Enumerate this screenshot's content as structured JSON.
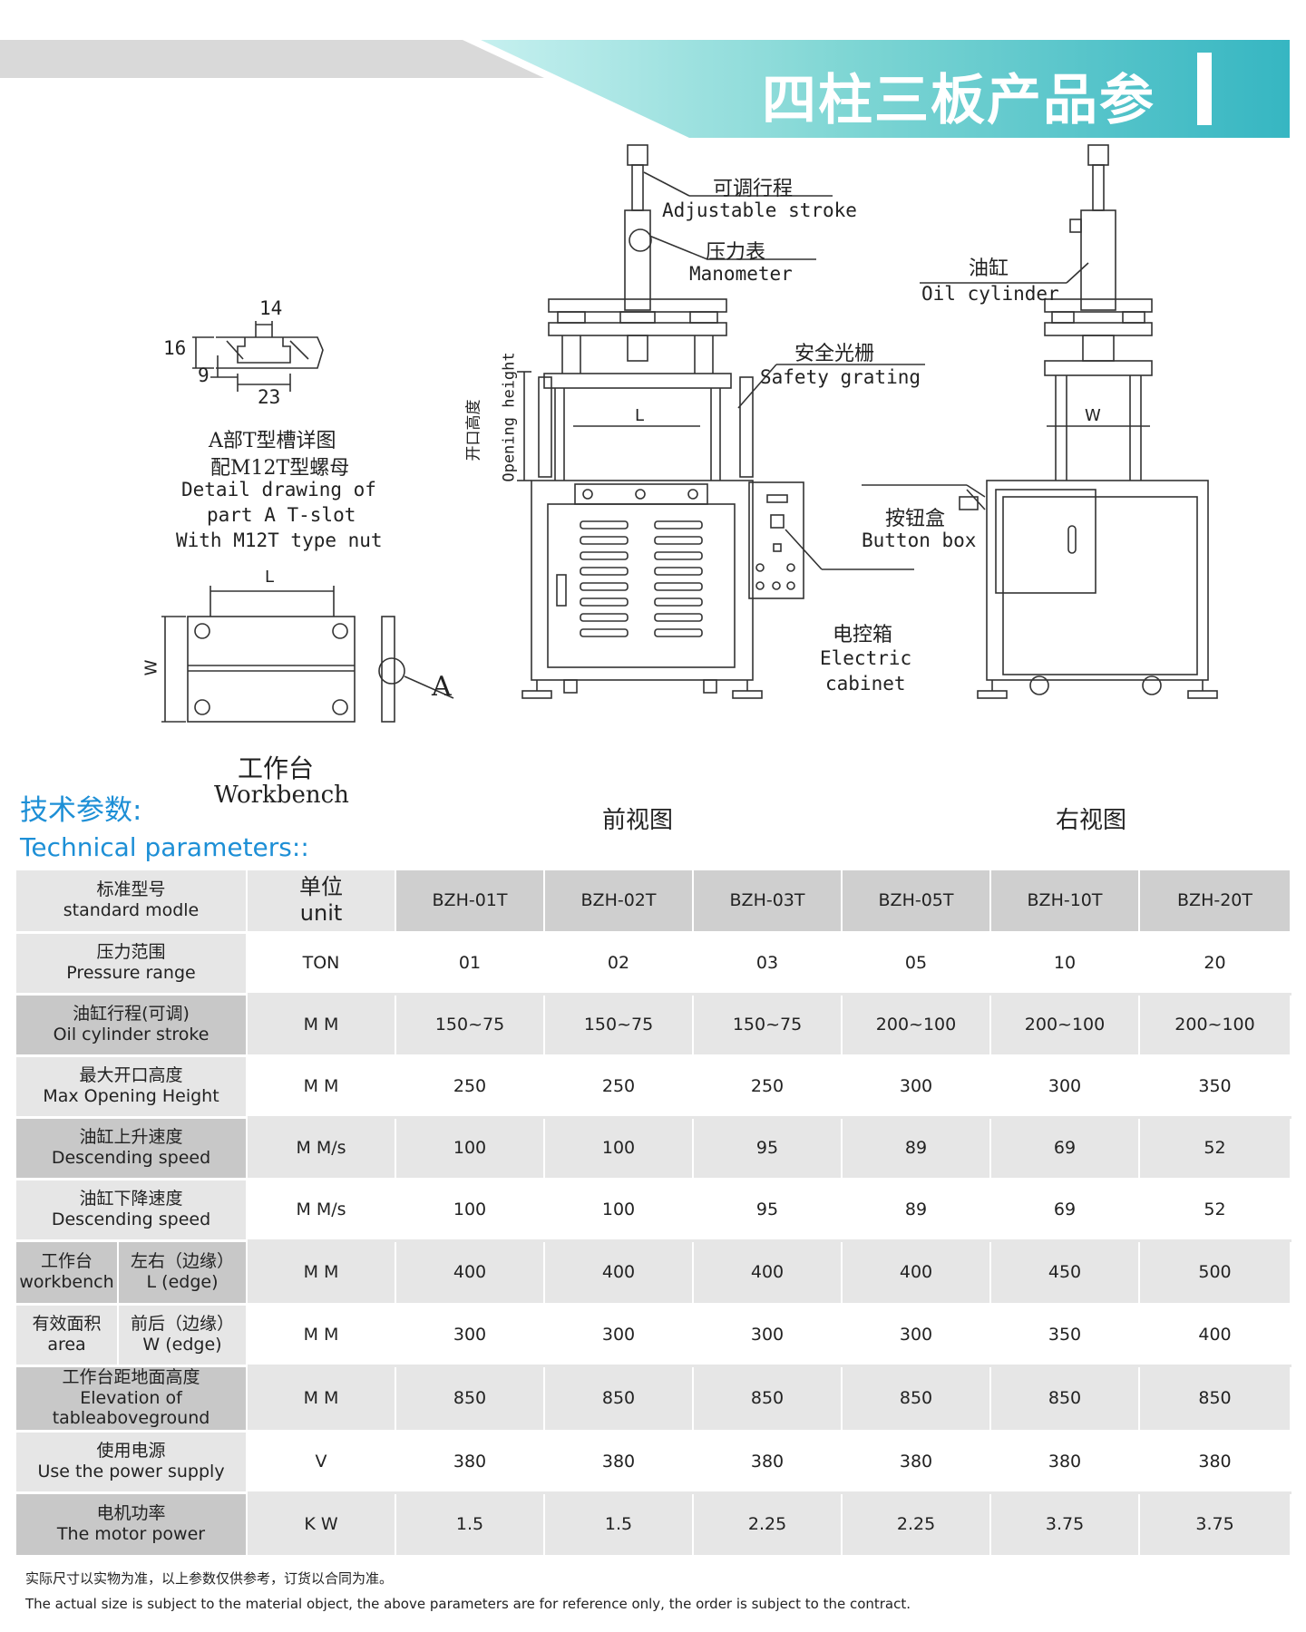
{
  "header": {
    "title": "四柱三板产品参数"
  },
  "drawing": {
    "slot_dims": {
      "d14": "14",
      "d16": "16",
      "d9": "9",
      "d23": "23"
    },
    "slot_caption": [
      "A部T型槽详图",
      "配M12T型螺母",
      "Detail drawing of",
      "part A T-slot",
      "With M12T type nut"
    ],
    "workbench_L": "L",
    "workbench_W": "W",
    "workbench_A": "A",
    "workbench_zh": "工作台",
    "workbench_en": "Workbench",
    "front": {
      "stroke_zh": "可调行程",
      "stroke_en": "Adjustable stroke",
      "gauge_zh": "压力表",
      "gauge_en": "Manometer",
      "grating_zh": "安全光栅",
      "grating_en": "Safety grating",
      "opening_zh": "开口高度",
      "opening_en": "Opening height",
      "L": "L",
      "cabinet_zh": "电控箱",
      "cabinet_en1": "Electric",
      "cabinet_en2": "cabinet",
      "view": "前视图"
    },
    "side": {
      "cyl_zh": "油缸",
      "cyl_en": "Oil cylinder",
      "W": "W",
      "button_zh": "按钮盒",
      "button_en": "Button box",
      "view": "右视图"
    }
  },
  "section": {
    "zh": "技术参数:",
    "en": "Technical parameters::"
  },
  "table": {
    "model_label_zh": "标准型号",
    "model_label_en": "standard modle",
    "unit_zh": "单位",
    "unit_en": "unit",
    "models": [
      "BZH-01T",
      "BZH-02T",
      "BZH-03T",
      "BZH-05T",
      "BZH-10T",
      "BZH-20T"
    ],
    "rows": [
      {
        "zh": "压力范围",
        "en": "Pressure range",
        "unit": "TON",
        "values": [
          "01",
          "02",
          "03",
          "05",
          "10",
          "20"
        ]
      },
      {
        "zh": "油缸行程(可调)",
        "en": "Oil cylinder stroke",
        "unit": "M M",
        "values": [
          "150~75",
          "150~75",
          "150~75",
          "200~100",
          "200~100",
          "200~100"
        ]
      },
      {
        "zh": "最大开口高度",
        "en": "Max Opening Height",
        "unit": "M M",
        "values": [
          "250",
          "250",
          "250",
          "300",
          "300",
          "350"
        ]
      },
      {
        "zh": "油缸上升速度",
        "en": "Descending speed",
        "unit": "M M/s",
        "values": [
          "100",
          "100",
          "95",
          "89",
          "69",
          "52"
        ]
      },
      {
        "zh": "油缸下降速度",
        "en": "Descending speed",
        "unit": "M M/s",
        "values": [
          "100",
          "100",
          "95",
          "89",
          "69",
          "52"
        ]
      }
    ],
    "area": {
      "a_zh": "工作台",
      "a_en": "workbench",
      "b_zh": "有效面积",
      "b_en": "area",
      "l_zh": "左右（边缘）",
      "l_en": "L (edge)",
      "l_unit": "M M",
      "l_values": [
        "400",
        "400",
        "400",
        "400",
        "450",
        "500"
      ],
      "w_zh": "前后（边缘）",
      "w_en": "W (edge)",
      "w_unit": "M M",
      "w_values": [
        "300",
        "300",
        "300",
        "300",
        "350",
        "400"
      ]
    },
    "rows2": [
      {
        "zh": "工作台距地面高度",
        "en1": "Elevation of",
        "en2": "tableaboveground",
        "unit": "M M",
        "values": [
          "850",
          "850",
          "850",
          "850",
          "850",
          "850"
        ]
      },
      {
        "zh": "使用电源",
        "en1": "Use the power supply",
        "en2": "",
        "unit": "V",
        "values": [
          "380",
          "380",
          "380",
          "380",
          "380",
          "380"
        ]
      },
      {
        "zh": "电机功率",
        "en1": "The motor power",
        "en2": "",
        "unit": "K W",
        "values": [
          "1.5",
          "1.5",
          "2.25",
          "2.25",
          "3.75",
          "3.75"
        ]
      }
    ]
  },
  "footer": {
    "zh": "实际尺寸以实物为准，以上参数仅供参考，订货以合同为准。",
    "en": "The actual size is subject to the material object, the above parameters are for reference only, the order is subject to the contract."
  }
}
